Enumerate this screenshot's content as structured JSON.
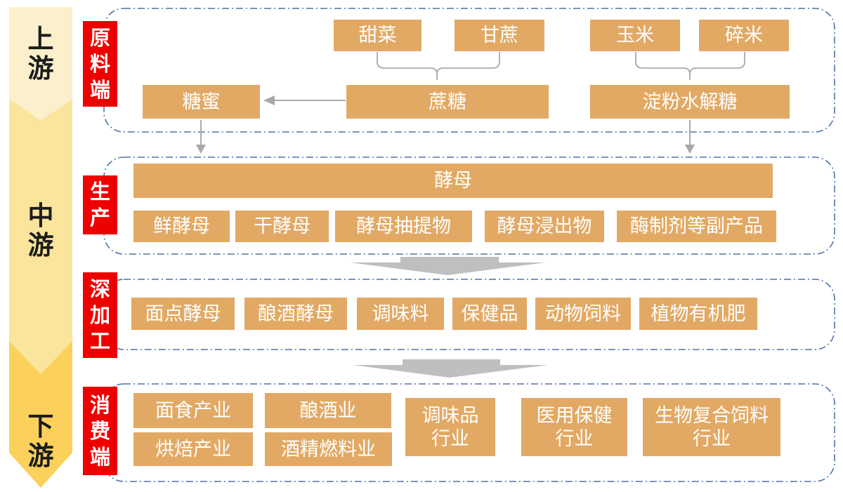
{
  "side_arrow": {
    "segments": [
      {
        "label": "上游"
      },
      {
        "label": "中游"
      },
      {
        "label": "下游"
      }
    ]
  },
  "stages": [
    {
      "label": "原料端",
      "nodes": {
        "sugar_beet": "甜菜",
        "sugarcane": "甘蔗",
        "corn": "玉米",
        "broken_rice": "碎米",
        "sucrose": "蔗糖",
        "molasses": "糖蜜",
        "starch_hydrolysate_sugar": "淀粉水解糖"
      }
    },
    {
      "label": "生产",
      "nodes": {
        "yeast": "酵母",
        "fresh_yeast": "鲜酵母",
        "dry_yeast": "干酵母",
        "yeast_extract": "酵母抽提物",
        "yeast_leachate": "酵母浸出物",
        "enzyme_byproducts": "酶制剂等副产品"
      }
    },
    {
      "label": "深加工",
      "nodes": {
        "baking_yeast": "面点酵母",
        "brewing_yeast": "酿酒酵母",
        "seasoning": "调味料",
        "health_products": "保健品",
        "animal_feed": "动物饲料",
        "plant_organic_fertilizer": "植物有机肥"
      }
    },
    {
      "label": "消费端",
      "nodes": {
        "flour_food_industry": "面食产业",
        "brewing_industry": "酿酒业",
        "baking_industry": "烘焙产业",
        "alcohol_fuel_industry": "酒精燃料业",
        "seasoning_industry": "调味品\n行业",
        "medical_health_industry": "医用保健\n行业",
        "bio_compound_feed_industry": "生物复合饲料\n行业"
      }
    }
  ],
  "colors": {
    "stage_label_bg": "#ED0000",
    "node_bg": "#E2A964",
    "node_text": "#FFFFFF",
    "container_border": "#4F72A8",
    "connector_gray": "#A9A9A9",
    "block_arrow_gray": "#BFBFBF",
    "upstream_fill": "#FBF0CB",
    "midstream_fill": "#FBE49B",
    "downstream_fill": "#FBD15B"
  }
}
